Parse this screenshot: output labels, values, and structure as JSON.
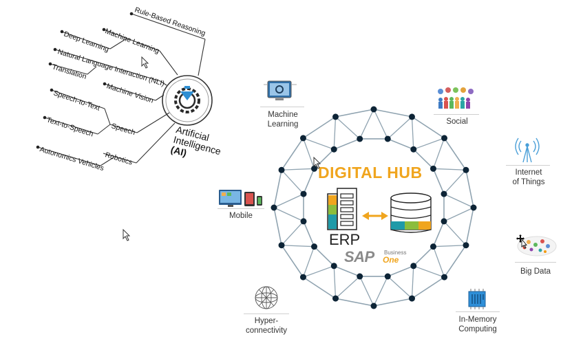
{
  "ai_diagram": {
    "center_label": [
      "Artificial",
      "Intelligence",
      "(AI)"
    ],
    "branches": [
      {
        "id": "rule",
        "label": "Rule-Based Reasoning"
      },
      {
        "id": "ml",
        "label": "Machine Learning"
      },
      {
        "id": "dl",
        "label": "Deep Learning"
      },
      {
        "id": "nli",
        "label": "Natural Language Interaction (NLI)"
      },
      {
        "id": "trans",
        "label": "Translation"
      },
      {
        "id": "mv",
        "label": "Machine Vision"
      },
      {
        "id": "s2t",
        "label": "Speech-to-Text"
      },
      {
        "id": "speech",
        "label": "Speech"
      },
      {
        "id": "t2s",
        "label": "Text-to-Speech"
      },
      {
        "id": "robotics",
        "label": "Robotics"
      },
      {
        "id": "av",
        "label": "Autonomics Vehicles"
      }
    ]
  },
  "hub": {
    "title": "DIGITAL HUB",
    "erp_label": "ERP",
    "brand": {
      "sap": "SAP",
      "business": "Business",
      "one": "One"
    },
    "satellites": [
      {
        "id": "machine-learning",
        "label": "Machine\nLearning"
      },
      {
        "id": "social",
        "label": "Social"
      },
      {
        "id": "iot",
        "label": "Internet\nof Things"
      },
      {
        "id": "mobile",
        "label": "Mobile"
      },
      {
        "id": "big-data",
        "label": "Big Data"
      },
      {
        "id": "hyper",
        "label": "Hyper-\nconnectivity"
      },
      {
        "id": "in-memory",
        "label": "In-Memory\nComputing"
      }
    ]
  },
  "colors": {
    "accent": "#f0a51e",
    "node": "#0d2436",
    "edge": "#8fa3b0",
    "teal": "#1f9aa8",
    "green": "#8bbd3c"
  }
}
